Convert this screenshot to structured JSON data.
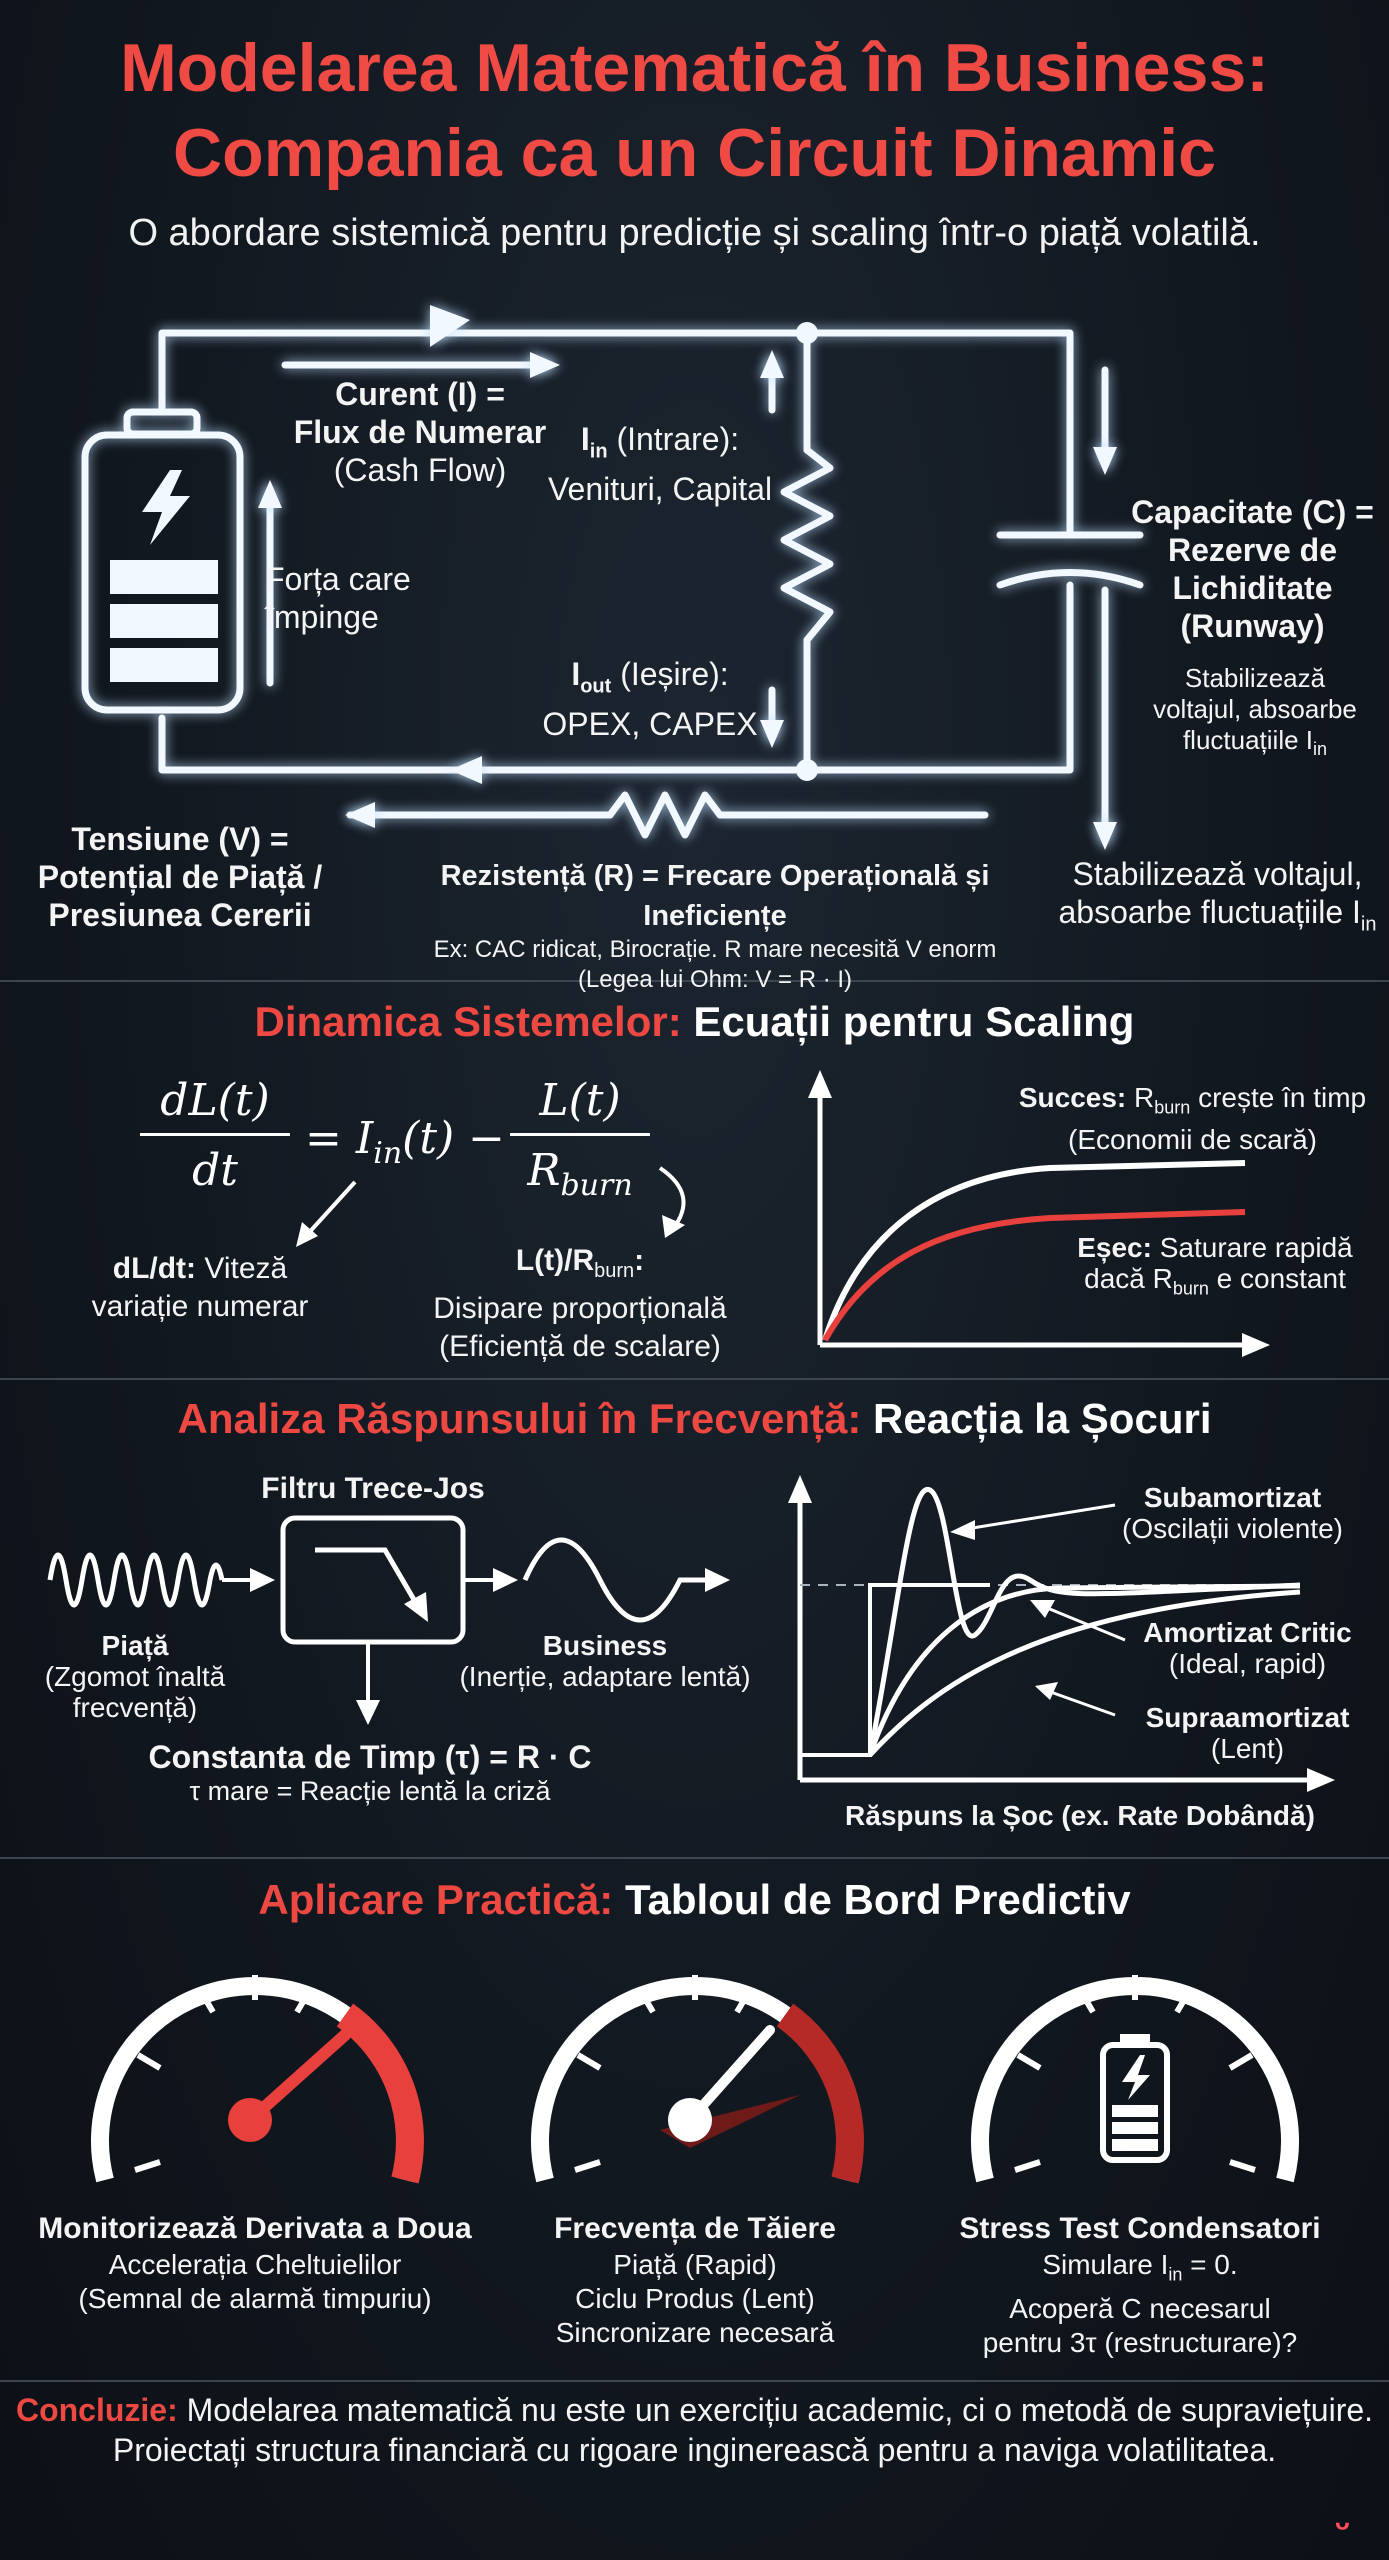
{
  "header": {
    "title_line1": "Modelarea Matematică în Business:",
    "title_line2": "Compania ca un Circuit Dinamic",
    "subtitle": "O abordare sistemică pentru predicție și scaling într-o piață volatilă."
  },
  "circuit": {
    "current_title": "Curent (I) =",
    "current_title2": "Flux de Numerar",
    "current_sub": "(Cash Flow)",
    "iin_label": "(Intrare):",
    "iin_sub": "Venituri, Capital",
    "force_line1": "Forța care",
    "force_line2": "împinge",
    "iout_label": "(Ieșire):",
    "iout_sub": "OPEX, CAPEX",
    "cap_line1": "Capacitate (C) =",
    "cap_line2": "Rezerve de",
    "cap_line3": "Lichiditate",
    "cap_line4": "(Runway)",
    "cap_desc1": "Stabilizează",
    "cap_desc2": "voltajul, absoarbe",
    "cap_desc3": "fluctuațiile I",
    "cap_desc3_sub": "in",
    "voltage_line1": "Tensiune (V) =",
    "voltage_line2": "Potențial de Piață /",
    "voltage_line3": "Presiunea Cererii",
    "resist_title": "Rezistență (R) = Frecare Operațională și Ineficiențe",
    "resist_sub1": "Ex: CAC ridicat, Birocrație. R mare necesită V enorm",
    "resist_sub2": "(Legea lui Ohm: V = R · I)",
    "stab_line1": "Stabilizează voltajul,",
    "stab_line2": "absoarbe fluctuațiile I",
    "stab_sub": "in"
  },
  "dynamics": {
    "heading_red": "Dinamica Sistemelor:",
    "heading_white": "Ecuații pentru Scaling",
    "eq_num": "dL(t)",
    "eq_den": "dt",
    "eq_mid": "= I",
    "eq_in": "in",
    "eq_t": "(t) −",
    "eq_rnum": "L(t)",
    "eq_rden": "R",
    "eq_burn": "burn",
    "dl_bold": "dL/dt:",
    "dl_text": "Viteză",
    "dl_text2": "variație numerar",
    "ratio_bold": "L(t)/R",
    "ratio_sub": "burn",
    "ratio_text1": "Disipare proporțională",
    "ratio_text2": "(Eficiență de scalare)",
    "success_bold": "Succes:",
    "success_text": "R",
    "success_sub": "burn",
    "success_rest": "crește în timp",
    "success_line2": "(Economii de scară)",
    "fail_bold": "Eșec:",
    "fail_text": "Saturare rapidă",
    "fail_line2a": "dacă R",
    "fail_sub": "burn",
    "fail_line2b": "e constant"
  },
  "frequency": {
    "heading_red": "Analiza Răspunsului în Frecvență:",
    "heading_white": "Reacția la Șocuri",
    "filter_label": "Filtru Trece-Jos",
    "market_bold": "Piață",
    "market_sub1": "(Zgomot înaltă",
    "market_sub2": "frecvență)",
    "business_bold": "Business",
    "business_sub": "(Inerție, adaptare lentă)",
    "tau_bold": "Constanta de Timp (τ) = R · C",
    "tau_sub": "τ mare = Reacție lentă la criză",
    "under_bold": "Subamortizat",
    "under_sub": "(Oscilații violente)",
    "crit_bold": "Amortizat Critic",
    "crit_sub": "(Ideal, rapid)",
    "over_bold": "Supraamortizat",
    "over_sub": "(Lent)",
    "shock_caption": "Răspuns la Șoc (ex. Rate Dobândă)"
  },
  "practical": {
    "heading_red": "Aplicare Practică:",
    "heading_white": "Tabloul de Bord Predictiv",
    "g1_title": "Monitorizează Derivata a Doua",
    "g1_line1": "Accelerația Cheltuielilor",
    "g1_line2": "(Semnal de alarmă timpuriu)",
    "g2_title": "Frecvența de Tăiere",
    "g2_line1": "Piață (Rapid)",
    "g2_line2": "Ciclu Produs (Lent)",
    "g2_line3": "Sincronizare necesară",
    "g3_title": "Stress Test Condensatori",
    "g3_line1a": "Simulare I",
    "g3_line1sub": "in",
    "g3_line1b": "= 0.",
    "g3_line2": "Acoperă C necesarul",
    "g3_line3": "pentru 3τ (restructurare)?"
  },
  "footer": {
    "concl_bold": "Concluzie:",
    "concl_text": "Modelarea matematică nu este un exercițiu academic, ci o metodă de supraviețuire.",
    "concl_line2": "Proiectați structura financiară cu rigoare inginerească pentru a naviga volatilitatea."
  },
  "colors": {
    "accent_red": "#ee4843",
    "glow": "#e8f4ff"
  }
}
